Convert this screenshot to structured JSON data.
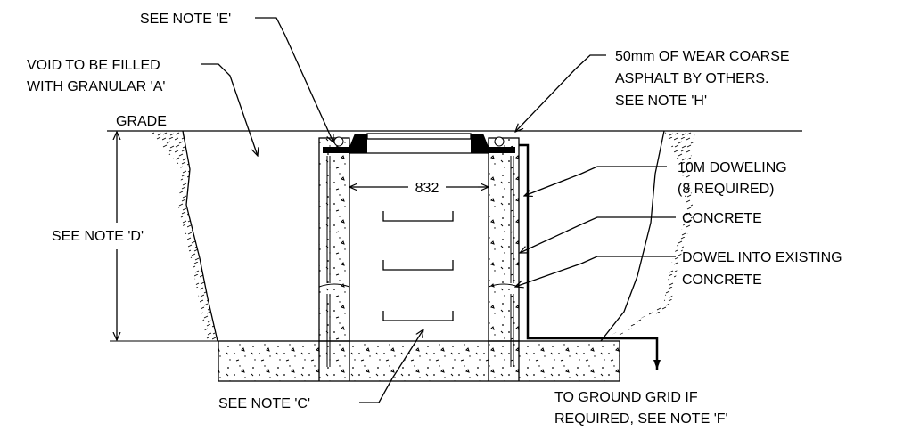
{
  "notes": {
    "see_note_e": "SEE NOTE 'E'",
    "void_line1": "VOID TO BE FILLED",
    "void_line2": "WITH GRANULAR 'A'",
    "grade": "GRADE",
    "asphalt_line1": "50mm OF WEAR COARSE",
    "asphalt_line2": "ASPHALT BY OTHERS.",
    "asphalt_line3": "SEE NOTE 'H'",
    "see_note_d": "SEE NOTE 'D'",
    "dimension": "832",
    "doweling_line1": "10M DOWELING",
    "doweling_line2": "(8 REQUIRED)",
    "concrete": "CONCRETE",
    "dowel_existing_line1": "DOWEL INTO EXISTING",
    "dowel_existing_line2": "CONCRETE",
    "see_note_c": "SEE NOTE 'C'",
    "ground_line1": "TO GROUND GRID IF",
    "ground_line2": "REQUIRED, SEE NOTE 'F'"
  },
  "colors": {
    "line": "#000000",
    "background": "#ffffff"
  }
}
